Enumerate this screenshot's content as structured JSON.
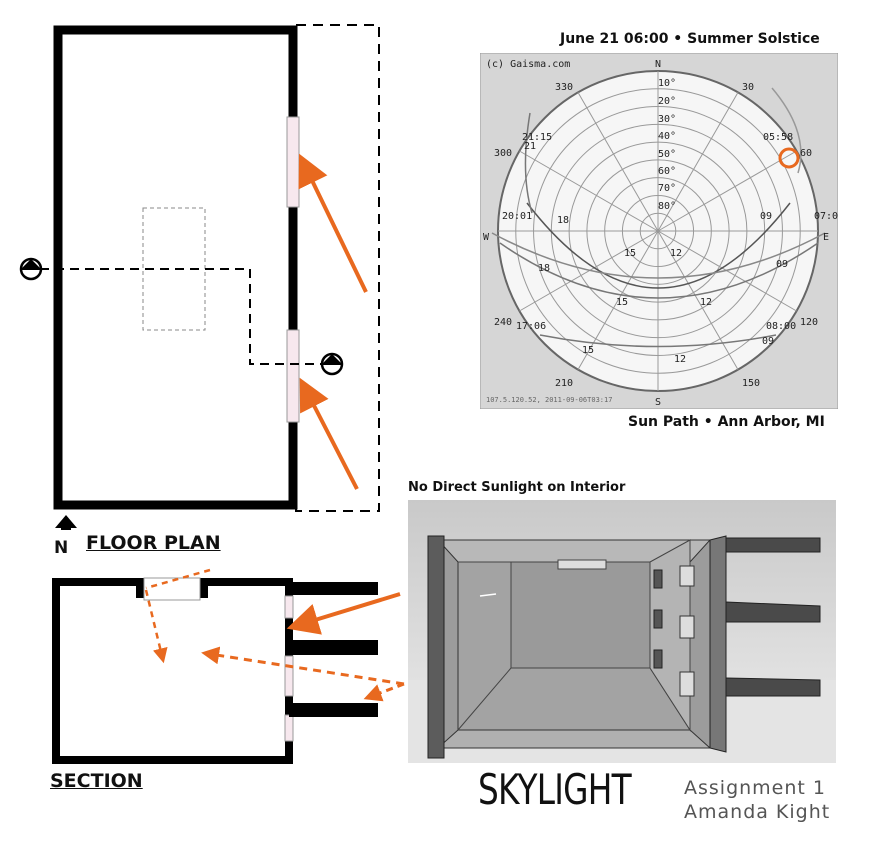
{
  "floor_plan": {
    "title": "FLOOR PLAN",
    "north_label": "N"
  },
  "section": {
    "title": "SECTION"
  },
  "sun_path": {
    "title": "June 21 06:00 • Summer Solstice",
    "subtitle": "Sun Path • Ann Arbor, MI",
    "copyright": "(c) Gaisma.com",
    "footer_text": "107.5.120.52, 2011-09-06T03:17",
    "compass": {
      "n": "N",
      "e": "E",
      "s": "S",
      "w": "W"
    },
    "ring_labels": [
      "10°",
      "20°",
      "30°",
      "40°",
      "50°",
      "60°",
      "70°",
      "80°"
    ],
    "bearing_labels": [
      "330",
      "30",
      "300",
      "60",
      "240",
      "120",
      "210",
      "150"
    ],
    "time_labels": [
      "21:15",
      "21",
      "20:01",
      "05:58",
      "07:0",
      "17:06",
      "08:00"
    ],
    "hour_labels": [
      "18",
      "15",
      "12",
      "09",
      "18",
      "15",
      "12",
      "09",
      "15",
      "12",
      "09"
    ],
    "highlight_color": "#e8691f"
  },
  "render": {
    "caption": "No Direct Sunlight on Interior"
  },
  "title_block": {
    "project": "SKYLIGHT",
    "assignment": "Assignment 1",
    "author": "Amanda Kight"
  },
  "colors": {
    "arrow": "#e8691f",
    "wall": "#000000",
    "glazing": "#f7e8ee"
  }
}
